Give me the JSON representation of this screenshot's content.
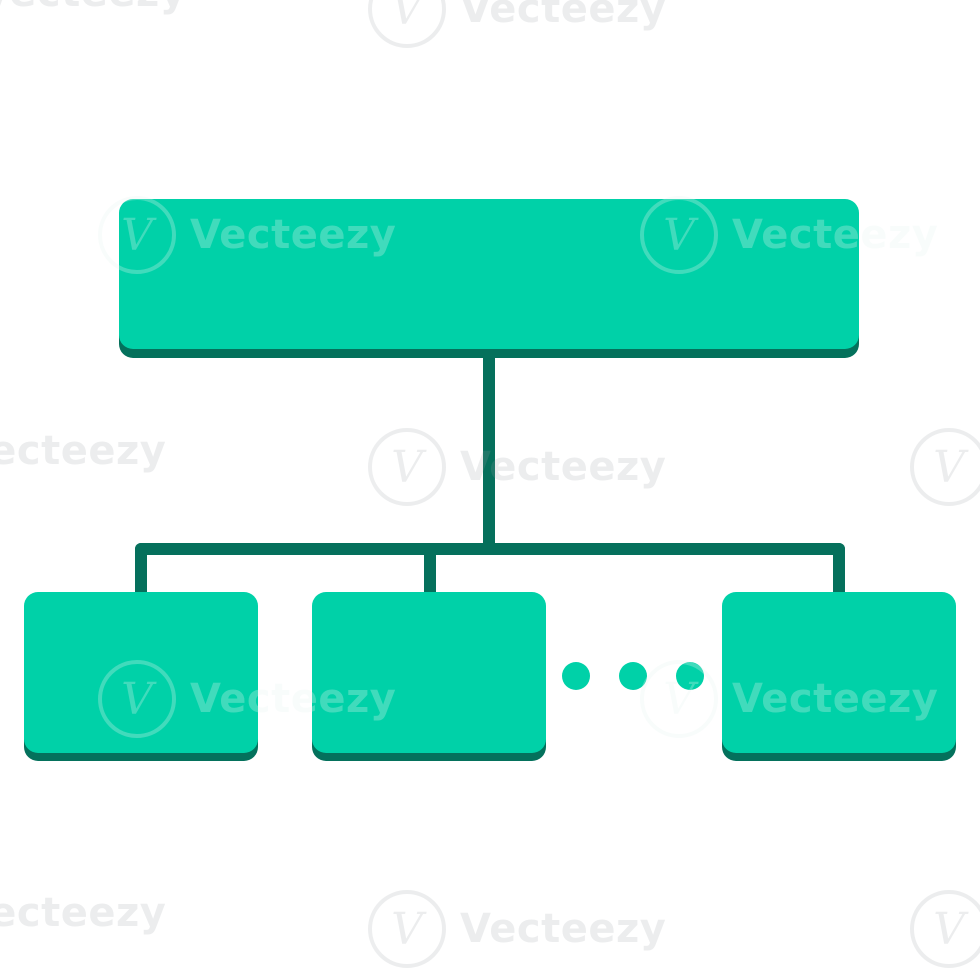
{
  "diagram": {
    "type": "hierarchy",
    "levels": [
      {
        "level": 0,
        "nodes": [
          "root"
        ]
      },
      {
        "level": 1,
        "nodes": [
          "child-1",
          "child-2",
          "ellipsis",
          "child-3"
        ]
      }
    ],
    "ellipsis_dot_count": 3,
    "colors": {
      "node_fill": "#00d1a8",
      "node_shadow": "#04715c",
      "connector": "#05705c",
      "background": "#ffffff"
    }
  },
  "watermark": {
    "text": "Vecteezy",
    "logo_glyph": "V"
  }
}
